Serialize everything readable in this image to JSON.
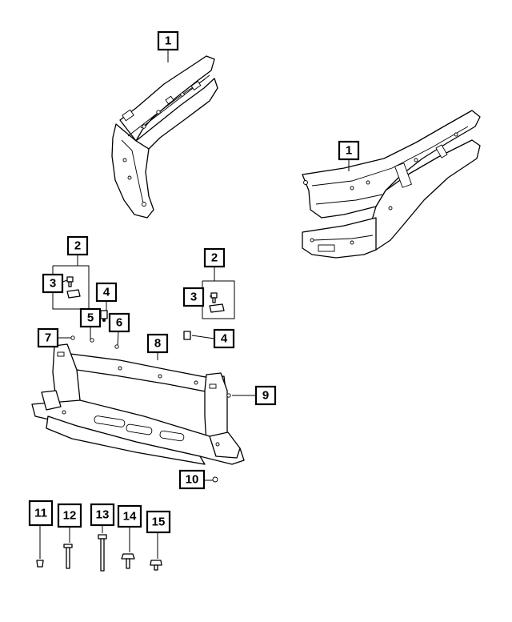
{
  "callouts": [
    {
      "id": "c1a",
      "label": "1"
    },
    {
      "id": "c1b",
      "label": "1"
    },
    {
      "id": "c2a",
      "label": "2"
    },
    {
      "id": "c3a",
      "label": "3"
    },
    {
      "id": "c4a",
      "label": "4"
    },
    {
      "id": "c5",
      "label": "5"
    },
    {
      "id": "c6",
      "label": "6"
    },
    {
      "id": "c7",
      "label": "7"
    },
    {
      "id": "c8",
      "label": "8"
    },
    {
      "id": "c2b",
      "label": "2"
    },
    {
      "id": "c3b",
      "label": "3"
    },
    {
      "id": "c4b",
      "label": "4"
    },
    {
      "id": "c9",
      "label": "9"
    },
    {
      "id": "c10",
      "label": "10"
    },
    {
      "id": "c11",
      "label": "11"
    },
    {
      "id": "c12",
      "label": "12"
    },
    {
      "id": "c13",
      "label": "13"
    },
    {
      "id": "c14",
      "label": "14"
    },
    {
      "id": "c15",
      "label": "15"
    }
  ]
}
